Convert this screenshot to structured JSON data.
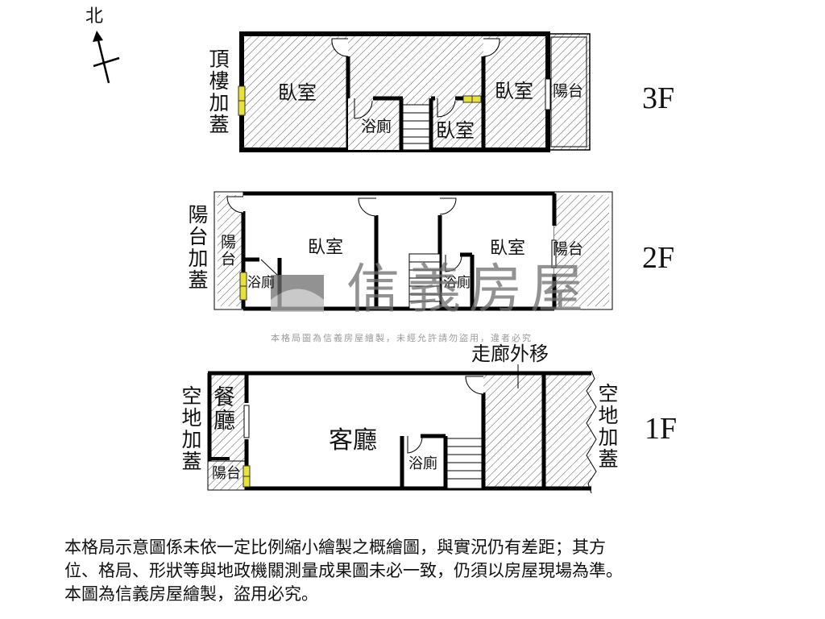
{
  "compass": {
    "north_label": "北",
    "icon": "north-arrow-icon"
  },
  "floors": [
    {
      "id": "3F",
      "label": "3F",
      "side_label_left": "頂樓加蓋",
      "rooms": [
        {
          "name": "臥室",
          "area": "west"
        },
        {
          "name": "浴廁",
          "area": "center"
        },
        {
          "name": "臥室",
          "area": "center-east"
        },
        {
          "name": "臥室",
          "area": "east"
        },
        {
          "name": "陽台",
          "area": "balcony-east"
        }
      ]
    },
    {
      "id": "2F",
      "label": "2F",
      "side_label_left": "陽台加蓋",
      "rooms": [
        {
          "name": "陽台",
          "area": "balcony-west"
        },
        {
          "name": "浴廁",
          "area": "west"
        },
        {
          "name": "臥室",
          "area": "west-center"
        },
        {
          "name": "浴廁",
          "area": "center"
        },
        {
          "name": "臥室",
          "area": "east"
        },
        {
          "name": "陽台",
          "area": "balcony-east"
        }
      ]
    },
    {
      "id": "1F",
      "label": "1F",
      "side_label_left": "空地加蓋",
      "side_label_right": "空地加蓋",
      "annotation_top": "走廊外移",
      "rooms": [
        {
          "name": "餐廳",
          "area": "west"
        },
        {
          "name": "陽台",
          "area": "west-small"
        },
        {
          "name": "客廳",
          "area": "center"
        },
        {
          "name": "浴廁",
          "area": "center-east"
        }
      ]
    }
  ],
  "watermark": {
    "brand": "信義房屋",
    "notice": "本格局圖為信義房屋繪製，未經允許請勿盜用，違者必究"
  },
  "disclaimer": {
    "lines": [
      "本格局示意圖係未依一定比例縮小繪製之概繪圖，與實況仍有差距；其方",
      "位、格局、形狀等與地政機關測量成果圖未必一致，仍須以房屋現場為準。",
      "本圖為信義房屋繪製，盜用必究。"
    ]
  },
  "colors": {
    "wall": "#000000",
    "hatch": "#555555",
    "window": "#e8e13a",
    "watermark": "#6e6e6e"
  }
}
